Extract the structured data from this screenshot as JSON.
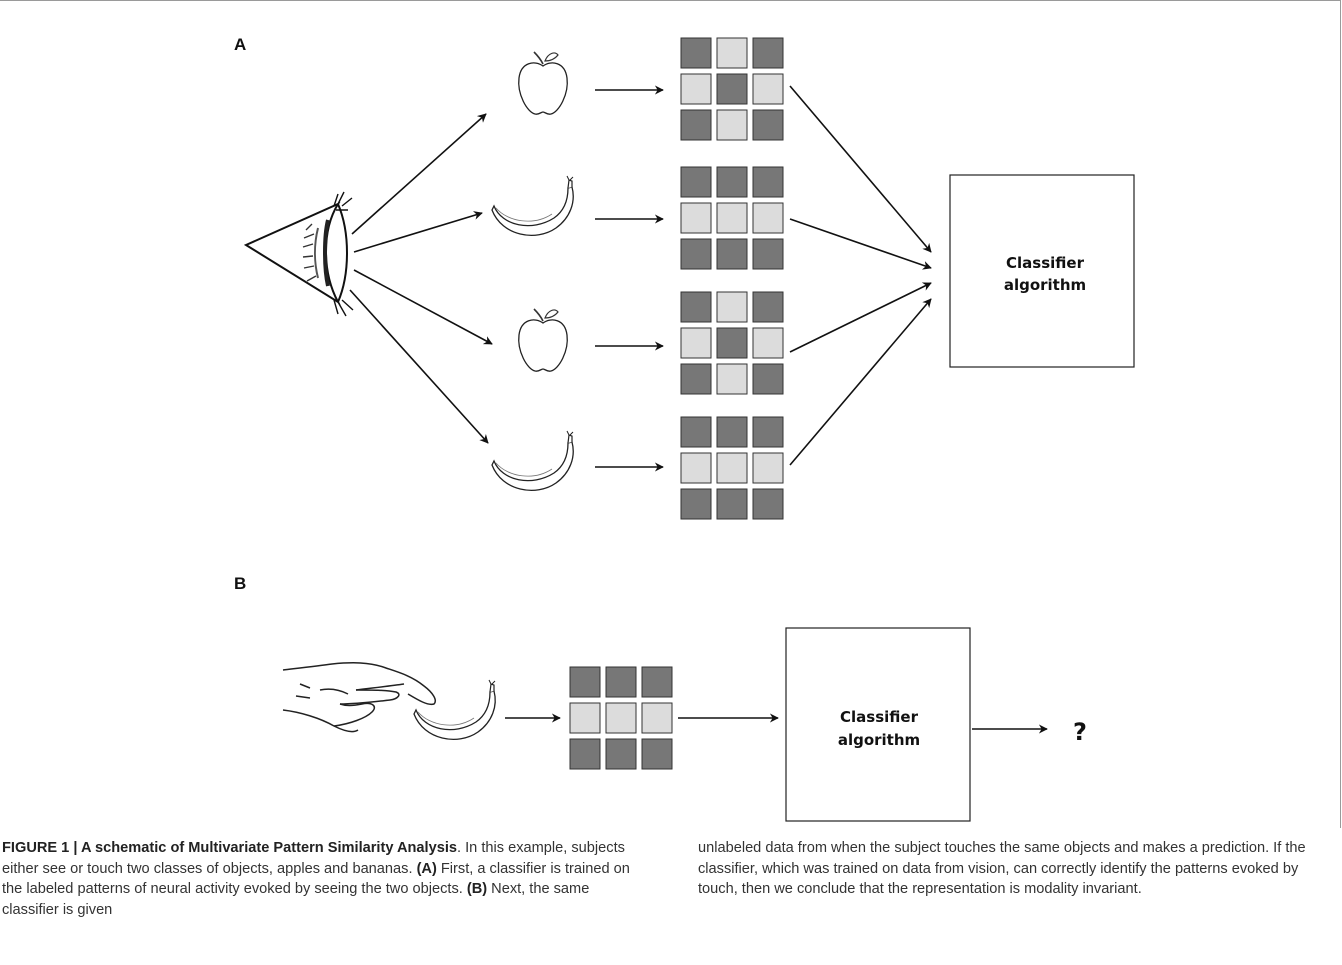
{
  "panel_a": {
    "label": "A",
    "box_label_line1": "Classifier",
    "box_label_line2": "algorithm",
    "patterns": [
      [
        "d",
        "l",
        "d",
        "l",
        "d",
        "l",
        "d",
        "l",
        "d"
      ],
      [
        "d",
        "d",
        "d",
        "l",
        "l",
        "l",
        "d",
        "d",
        "d"
      ],
      [
        "d",
        "l",
        "d",
        "l",
        "d",
        "l",
        "d",
        "l",
        "d"
      ],
      [
        "d",
        "d",
        "d",
        "l",
        "l",
        "l",
        "d",
        "d",
        "d"
      ]
    ]
  },
  "panel_b": {
    "label": "B",
    "box_label_line1": "Classifier",
    "box_label_line2": "algorithm",
    "output": "?",
    "pattern": [
      "d",
      "d",
      "d",
      "l",
      "l",
      "l",
      "d",
      "d",
      "d"
    ]
  },
  "colors": {
    "dark_cell": "#777777",
    "light_cell": "#dcdcdc",
    "line": "#111111"
  },
  "icons": [
    "eye-icon",
    "apple-icon",
    "banana-icon",
    "hand-icon"
  ],
  "caption": {
    "title": "FIGURE 1 | A schematic of Multivariate Pattern Similarity Analysis",
    "p1": ". In this example, subjects either see or touch two classes of objects, apples and bananas. ",
    "a_tag": "(A)",
    "p2": " First, a classifier is trained on the labeled patterns of neural activity evoked by seeing the two objects. ",
    "b_tag": "(B)",
    "p3": " Next, the same classifier is given",
    "right": "unlabeled data from when the subject touches the same objects and makes a prediction. If the classifier, which was trained on data from vision, can correctly identify the patterns evoked by touch, then we conclude that the representation is modality invariant."
  }
}
